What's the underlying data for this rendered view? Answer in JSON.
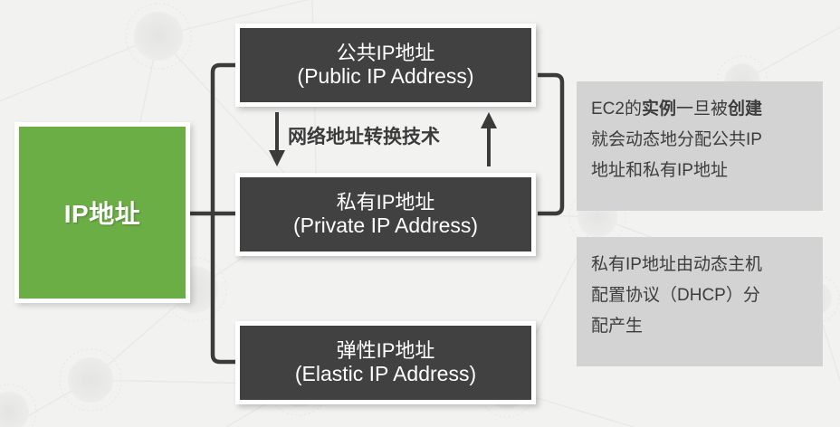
{
  "theme": {
    "background": "#f2f2f1",
    "accent_green": "#6cae46",
    "box_dark": "#414141",
    "note_panel": "#d3d3d3",
    "connector": "#3b3b3b",
    "text_light": "#ffffff",
    "text_dark": "#3d3d3d"
  },
  "root": {
    "label": "IP地址"
  },
  "boxes": [
    {
      "id": "public-ip",
      "cn": "公共IP地址",
      "en": "(Public IP Address)"
    },
    {
      "id": "private-ip",
      "cn": "私有IP地址",
      "en": "(Private IP Address)"
    },
    {
      "id": "elastic-ip",
      "cn": "弹性IP地址",
      "en": "(Elastic IP Address)"
    }
  ],
  "nat": {
    "caption": "网络地址转换技术",
    "down_arrow": "down-arrow-icon",
    "up_arrow": "up-arrow-icon"
  },
  "notes": [
    {
      "id": "note-instance-creation",
      "lines": [
        "EC2的实例一旦被创建",
        "就会动态地分配公共IP",
        "地址和私有IP地址"
      ],
      "emphasis": [
        "实例",
        "创建"
      ]
    },
    {
      "id": "note-dhcp",
      "lines": [
        "私有IP地址由动态主机",
        "配置协议（DHCP）分",
        "配产生"
      ],
      "emphasis": []
    }
  ]
}
